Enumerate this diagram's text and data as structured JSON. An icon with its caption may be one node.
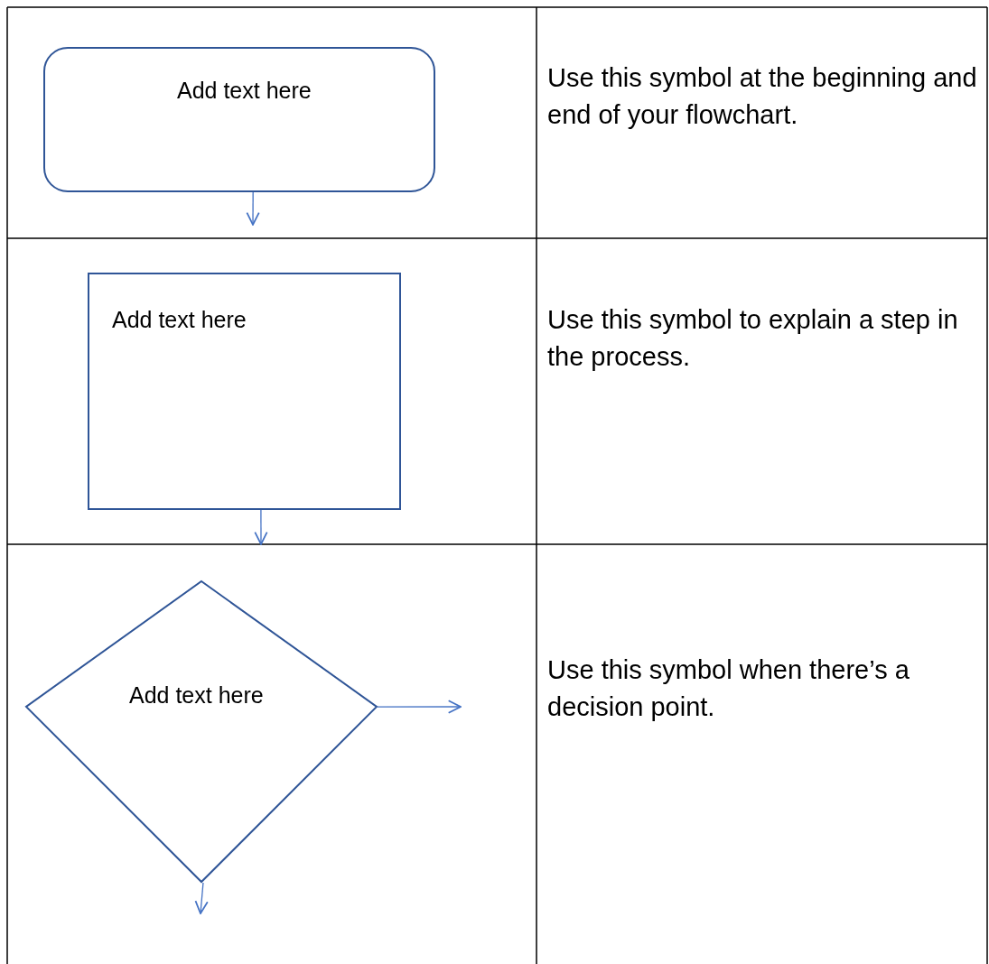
{
  "diagram": {
    "nodes": [
      {
        "text": [
          "Add text here"
        ]
      },
      {
        "text": [
          "Add text here"
        ]
      },
      {
        "text": [
          "Add text here"
        ]
      }
    ],
    "edges": [
      {
        "from": 0,
        "to": null,
        "arrow": "to"
      },
      {
        "from": 1,
        "to": null,
        "arrow": "to"
      },
      {
        "from": 2,
        "to": null,
        "arrow": "to"
      },
      {
        "from": 2,
        "to": null,
        "arrow": "to"
      }
    ],
    "labels": [
      "Use this symbol at the beginning and end of your flowchart.",
      "Use this symbol to explain a step in the process.",
      "Use this symbol when there’s a decision point."
    ]
  }
}
